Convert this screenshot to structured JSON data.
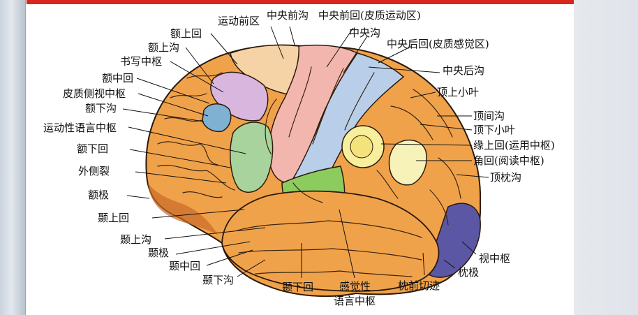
{
  "labels": {
    "premotor": "运动前区",
    "precentral_sulcus": "中央前沟",
    "precentral_gyrus": "中央前回(皮质运动区)",
    "central_sulcus": "中央沟",
    "postcentral_gyrus": "中央后回(皮质感觉区)",
    "postcentral_sulcus": "中央后沟",
    "superior_parietal": "顶上小叶",
    "intraparietal": "顶间沟",
    "inferior_parietal": "顶下小叶",
    "supramarginal": "缘上回(运用中枢)",
    "angular": "角回(阅读中枢)",
    "parieto_occipital": "顶枕沟",
    "visual_center": "视中枢",
    "occipital_pole": "枕极",
    "preoccipital_notch": "枕前切迹",
    "sensory_language_1": "感觉性",
    "sensory_language_2": "语言中枢",
    "inferior_temporal_gyrus": "颞下回",
    "inferior_temporal_sulcus": "颞下沟",
    "middle_temporal_gyrus": "颞中回",
    "temporal_pole": "颞极",
    "superior_temporal_sulcus": "颞上沟",
    "superior_temporal_gyrus": "颞上回",
    "frontal_pole": "额极",
    "lateral_sulcus": "外侧裂",
    "inferior_frontal_gyrus": "额下回",
    "motor_speech": "运动性语言中枢",
    "inferior_frontal_sulcus": "额下沟",
    "visual_ocular_center": "皮质侧视中枢",
    "middle_frontal_gyrus": "额中回",
    "writing_center": "书写中枢",
    "superior_frontal_sulcus": "额上沟",
    "superior_frontal_gyrus": "额上回"
  },
  "colors": {
    "frame_accent": "#d8261c",
    "lobe_orange": "#f0a24a",
    "premotor": "#f6d3a6",
    "precentral": "#f2b6ae",
    "postcentral": "#b9cfe9",
    "writing_center": "#d9b6dd",
    "visual_ocular": "#7fb1d2",
    "motor_speech": "#a9d39d",
    "sensory_speech": "#8ccc5e",
    "supramarginal": "#f7ef9c",
    "angular": "#f7f2b8",
    "visual_center": "#5b57a4"
  }
}
